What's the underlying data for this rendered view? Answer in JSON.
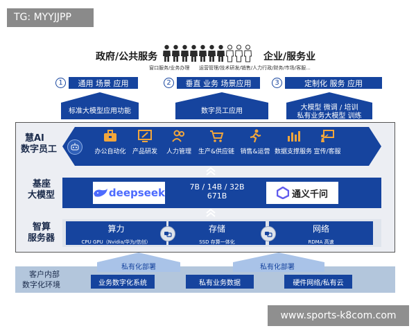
{
  "watermark_top": "TG: MYYJJPP",
  "watermark_bottom": "www.sports-k8com.com",
  "top": {
    "left_label": "政府/公共服务",
    "right_label": "企业/服务业",
    "sub_labels": [
      "窗口服务/业务办理",
      "运营管理/技术研发/销售/人力行政/财务/市场/客服..."
    ]
  },
  "scenes": [
    {
      "num": "1",
      "label": "通用 场景 应用"
    },
    {
      "num": "2",
      "label": "垂直 业务 场景应用"
    },
    {
      "num": "3",
      "label": "定制化 服务 应用"
    }
  ],
  "arrows": [
    {
      "label": "标准大模型应用功能"
    },
    {
      "label": "数字员工应用"
    },
    {
      "label": "大模型 微调 / 培训",
      "label2": "私有业务大模型 训练"
    }
  ],
  "layers": {
    "ai_employee": {
      "label1": "慧AI",
      "label2": "数字员工",
      "icons": [
        {
          "icon": "briefcase-icon",
          "label": "办公自动化"
        },
        {
          "icon": "monitor-pen-icon",
          "label": "产品研发"
        },
        {
          "icon": "people-icon",
          "label": "人力管理"
        },
        {
          "icon": "cart-icon",
          "label": "生产&供应链"
        },
        {
          "icon": "runner-icon",
          "label": "销售&运营"
        },
        {
          "icon": "bar-chart-icon",
          "label": "数据支撑服务"
        },
        {
          "icon": "presenter-icon",
          "label": "宣传/客服"
        }
      ]
    },
    "foundation": {
      "label1": "基座",
      "label2": "大模型",
      "left_logo": "deepseek",
      "sizes1": "7B  / 14B / 32B",
      "sizes2": "671B",
      "right_logo": "通义千问"
    },
    "compute": {
      "label1": "智算",
      "label2": "服务器",
      "boxes": [
        {
          "title": "算力",
          "sub": "CPU  GPU（Nvidia/华为/信创）"
        },
        {
          "title": "存储",
          "sub": "SSD  存算一体化"
        },
        {
          "title": "网络",
          "sub": "RDMA 高速"
        }
      ]
    }
  },
  "bottom": {
    "label1": "客户内部",
    "label2": "数字化环境",
    "deploy_labels": [
      "私有化部署",
      "私有化部署"
    ],
    "boxes": [
      "业务数字化系统",
      "私有业务数据",
      "硬件网络/私有云"
    ]
  },
  "colors": {
    "primary": "#16449e",
    "light_blue": "#a9c3e8",
    "frame_bg": "#eceef3",
    "bottom_band": "#b3c6dc"
  }
}
